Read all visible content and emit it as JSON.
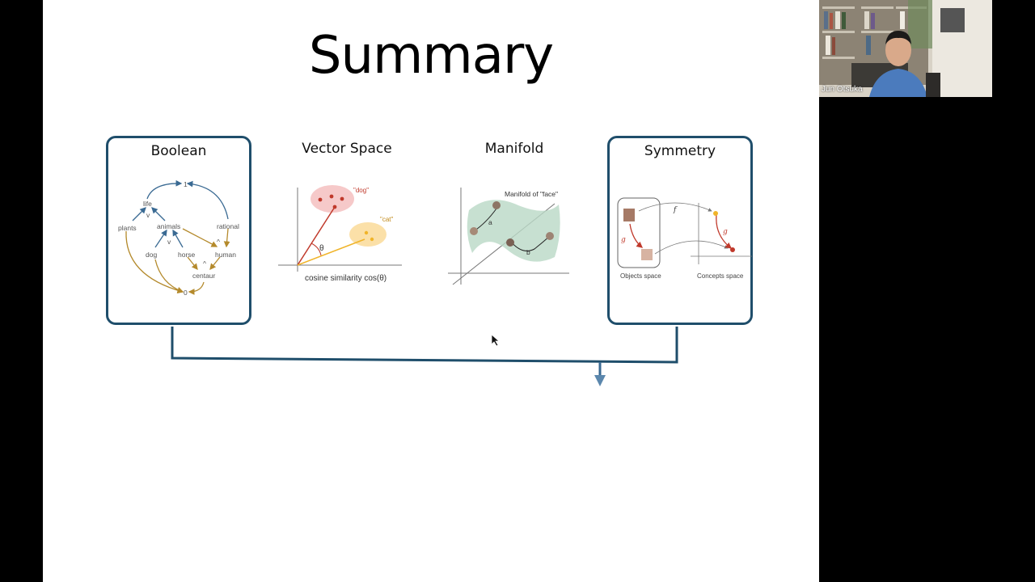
{
  "slide": {
    "title": "Summary",
    "panels": {
      "boolean": {
        "title": "Boolean",
        "labels": {
          "one": "1",
          "life": "life",
          "plants": "plants",
          "animals": "animals",
          "rational": "rational",
          "dog": "dog",
          "horse": "horse",
          "human": "human",
          "centaur": "centaur",
          "zero": "0",
          "or": "v",
          "and": "^"
        }
      },
      "vector": {
        "title": "Vector Space",
        "dog_label": "\"dog\"",
        "cat_label": "\"cat\"",
        "theta": "θ",
        "caption": "cosine similarity cos(θ)"
      },
      "manifold": {
        "title": "Manifold",
        "label": "Manifold of \"face\"",
        "a": "a",
        "b": "b"
      },
      "symmetry": {
        "title": "Symmetry",
        "f": "f",
        "g": "g",
        "objects_label": "Objects space",
        "concepts_label": "Concepts space"
      }
    }
  },
  "webcam": {
    "name": "Jun Otsuka"
  },
  "colors": {
    "frame": "#1f4e6b",
    "blue_arrow": "#3a6a93",
    "gold_arrow": "#b48a2c",
    "red": "#c0392b"
  }
}
